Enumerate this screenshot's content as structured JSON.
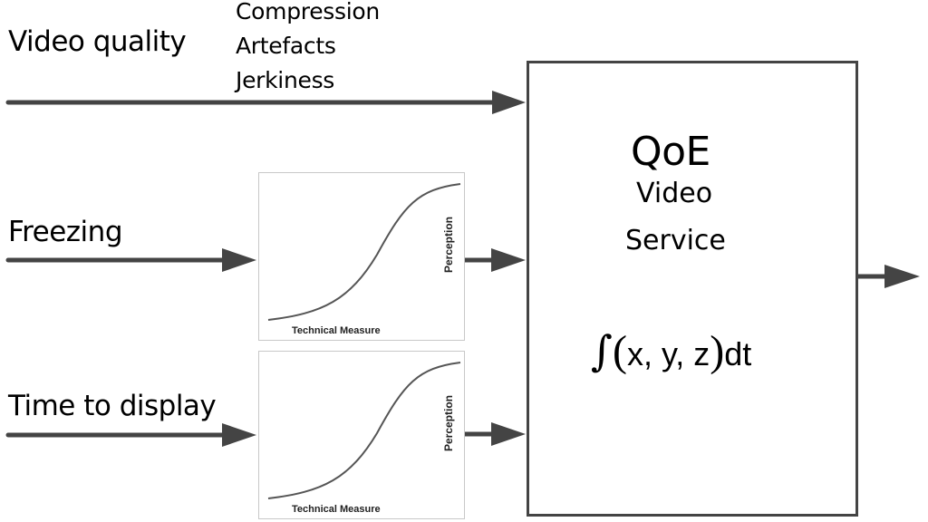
{
  "inputs": [
    {
      "label": "Video quality",
      "sub_items": [
        "Compression",
        "Artefacts",
        "Jerkiness"
      ]
    },
    {
      "label": "Freezing"
    },
    {
      "label": "Time to display"
    }
  ],
  "mapping_panels": [
    {
      "x_label": "Technical Measure",
      "y_label": "Perception",
      "curve": "sigmoid"
    },
    {
      "x_label": "Technical Measure",
      "y_label": "Perception",
      "curve": "sigmoid"
    }
  ],
  "qoe_block": {
    "title": "QoE",
    "line1": "Video",
    "line2": "Service",
    "formula_integral": "∫",
    "formula_open": "(",
    "formula_body": "x, y, z",
    "formula_close": ")",
    "formula_tail": "dt"
  },
  "colors": {
    "arrow": "#444444",
    "panel_border": "#c8c8c8"
  }
}
